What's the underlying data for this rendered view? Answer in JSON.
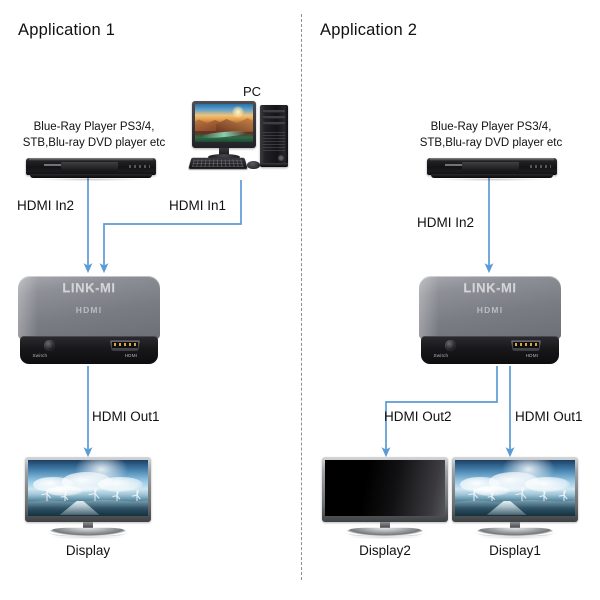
{
  "page": {
    "title_left": "Application 1",
    "title_right": "Application 2",
    "divider": "vertical-dashed-divider",
    "accent_color": "#5b9bd5",
    "text_color": "#1a1a1a",
    "background": "#ffffff"
  },
  "app1": {
    "title": "Application 1",
    "source_bluray": {
      "label_line1": "Blue-Ray Player PS3/4,",
      "label_line2": "STB,Blu-ray DVD player etc",
      "device_name": "bluray-player"
    },
    "source_pc": {
      "label": "PC",
      "device_name": "desktop-pc"
    },
    "connections": {
      "in2": "HDMI In2",
      "in1": "HDMI In1",
      "out1": "HDMI Out1"
    },
    "splitter": {
      "brand": "LINK-MI",
      "hdmi_mark": "HDMI",
      "switch_label": "Switch",
      "port_label": "HDMI"
    },
    "display": {
      "label": "Display",
      "state": "on"
    }
  },
  "app2": {
    "title": "Application 2",
    "source_bluray": {
      "label_line1": "Blue-Ray Player PS3/4,",
      "label_line2": "STB,Blu-ray DVD player etc",
      "device_name": "bluray-player"
    },
    "connections": {
      "in2": "HDMI In2",
      "out2": "HDMI Out2",
      "out1": "HDMI Out1"
    },
    "splitter": {
      "brand": "LINK-MI",
      "hdmi_mark": "HDMI",
      "switch_label": "Switch",
      "port_label": "HDMI"
    },
    "display2": {
      "label": "Display2",
      "state": "off"
    },
    "display1": {
      "label": "Display1",
      "state": "on"
    }
  }
}
